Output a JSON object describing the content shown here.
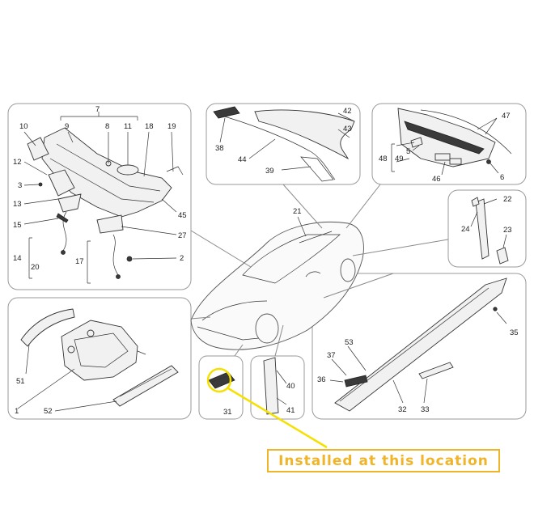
{
  "callout": {
    "text": "Installed at this location",
    "color": "#f0b429"
  },
  "colors": {
    "highlight": "#f5e000",
    "panel_border": "#9a9a9a"
  },
  "part_numbers": {
    "p7": "7",
    "p10": "10",
    "p9": "9",
    "p8": "8",
    "p11": "11",
    "p18": "18",
    "p19": "19",
    "p12": "12",
    "p3": "3",
    "p13": "13",
    "p45": "45",
    "p15": "15",
    "p27": "27",
    "p14": "14",
    "p20": "20",
    "p17": "17",
    "p2": "2",
    "p38": "38",
    "p44": "44",
    "p39": "39",
    "p42": "42",
    "p43": "43",
    "p47": "47",
    "p48": "48",
    "p49": "49",
    "p5": "5",
    "p46": "46",
    "p6": "6",
    "p21": "21",
    "p22": "22",
    "p24": "24",
    "p23": "23",
    "p51": "51",
    "p1": "1",
    "p52": "52",
    "p31": "31",
    "p40": "40",
    "p41": "41",
    "p35": "35",
    "p53": "53",
    "p37": "37",
    "p36": "36",
    "p32": "32",
    "p33": "33"
  }
}
